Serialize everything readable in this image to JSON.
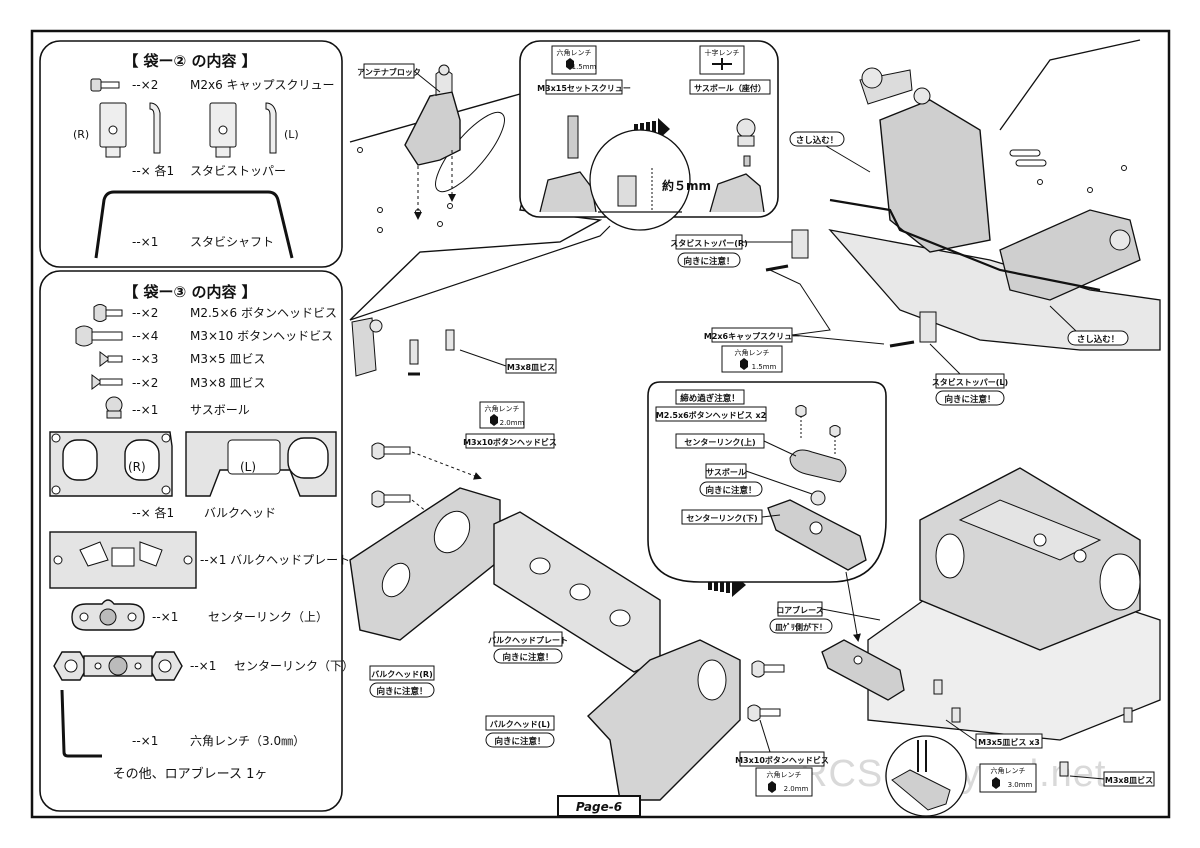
{
  "page_label": "Page-6",
  "watermark": "RCScrapyard.net",
  "bag2": {
    "title": "【 袋ー② の内容 】",
    "items": [
      {
        "qty": "--×2",
        "name": "M2x6 キャップスクリュー"
      },
      {
        "qty": "--× 各1",
        "name": "スタビストッパー"
      },
      {
        "qty": "--×1",
        "name": "スタビシャフト"
      }
    ],
    "side_r": "(R)",
    "side_l": "(L)"
  },
  "bag3": {
    "title": "【 袋ー③ の内容 】",
    "items": [
      {
        "qty": "--×2",
        "name": "M2.5×6 ボタンヘッドビス"
      },
      {
        "qty": "--×4",
        "name": "M3×10 ボタンヘッドビス"
      },
      {
        "qty": "--×3",
        "name": "M3×5 皿ビス"
      },
      {
        "qty": "--×2",
        "name": "M3×8 皿ビス"
      },
      {
        "qty": "--×1",
        "name": "サスボール"
      },
      {
        "qty": "--× 各1",
        "name": "バルクヘッド"
      },
      {
        "qty": "--×1 バルクヘッドプレート",
        "name": ""
      },
      {
        "qty": "--×1",
        "name": "センターリンク（上）"
      },
      {
        "qty": "--×1",
        "name": "センターリンク（下）"
      },
      {
        "qty": "--×1",
        "name": "六角レンチ（3.0㎜）"
      }
    ],
    "side_r": "(R)",
    "side_l": "(L)",
    "footer": "その他、ロアブレース 1ヶ"
  },
  "callouts": {
    "antenna_block": "アンテナブロック",
    "hex_wrench": "六角レンチ",
    "cross_wrench": "十字レンチ",
    "set_screw": "M3x15セットスクリュー",
    "sus_ball_seat": "サスボール（座付）",
    "size_1_5": "1.5mm",
    "size_2_0": "2.0mm",
    "size_3_0": "3.0mm",
    "approx_5mm": "約５mm",
    "stab_stopper_r": "スタビストッパー(R)",
    "stab_stopper_l": "スタビストッパー(L)",
    "orientation_note": "向きに注意！",
    "insert_note": "さし込む！",
    "m2x6_cap": "M2x6キャップスクリュー",
    "m3x8_flat": "M3x8皿ビス",
    "m3x10_button": "M3x10ボタンヘッドビス",
    "m3x5_flat_x3": "M3x5皿ビス x3",
    "overtighten_note": "締め過ぎ注意！",
    "m25x6_button_x2": "M2.5x6ボタンヘッドビス x2",
    "center_link_upper": "センターリンク(上)",
    "sus_ball": "サスボール",
    "center_link_lower": "センターリンク(下)",
    "bulkhead_plate": "バルクヘッドプレート",
    "bulkhead_r": "バルクヘッド(R)",
    "bulkhead_l": "バルクヘッド(L)",
    "lower_brace": "ロアブレース",
    "countersunk_down": "皿ｹﾞﾘ側が下！"
  }
}
